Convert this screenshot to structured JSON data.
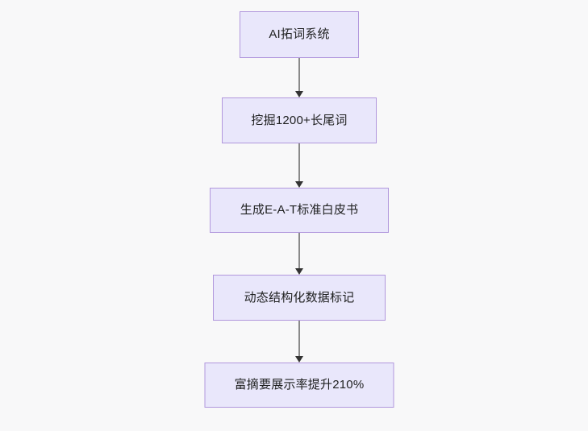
{
  "diagram": {
    "type": "flowchart",
    "direction": "top-to-bottom",
    "background_color": "#f8f8f9",
    "node_fill_color": "#e9e7fb",
    "node_border_color": "#b197dd",
    "node_text_color": "#1f2020",
    "edge_line_color": "#8a8a8a",
    "edge_arrow_color": "#333333",
    "nodes": [
      {
        "id": "n1",
        "label": "AI拓词系统"
      },
      {
        "id": "n2",
        "label": "挖掘1200+长尾词"
      },
      {
        "id": "n3",
        "label": "生成E-A-T标准白皮书"
      },
      {
        "id": "n4",
        "label": "动态结构化数据标记"
      },
      {
        "id": "n5",
        "label": "富摘要展示率提升210%"
      }
    ],
    "edges": [
      {
        "from": "n1",
        "to": "n2"
      },
      {
        "from": "n2",
        "to": "n3"
      },
      {
        "from": "n3",
        "to": "n4"
      },
      {
        "from": "n4",
        "to": "n5"
      }
    ]
  }
}
